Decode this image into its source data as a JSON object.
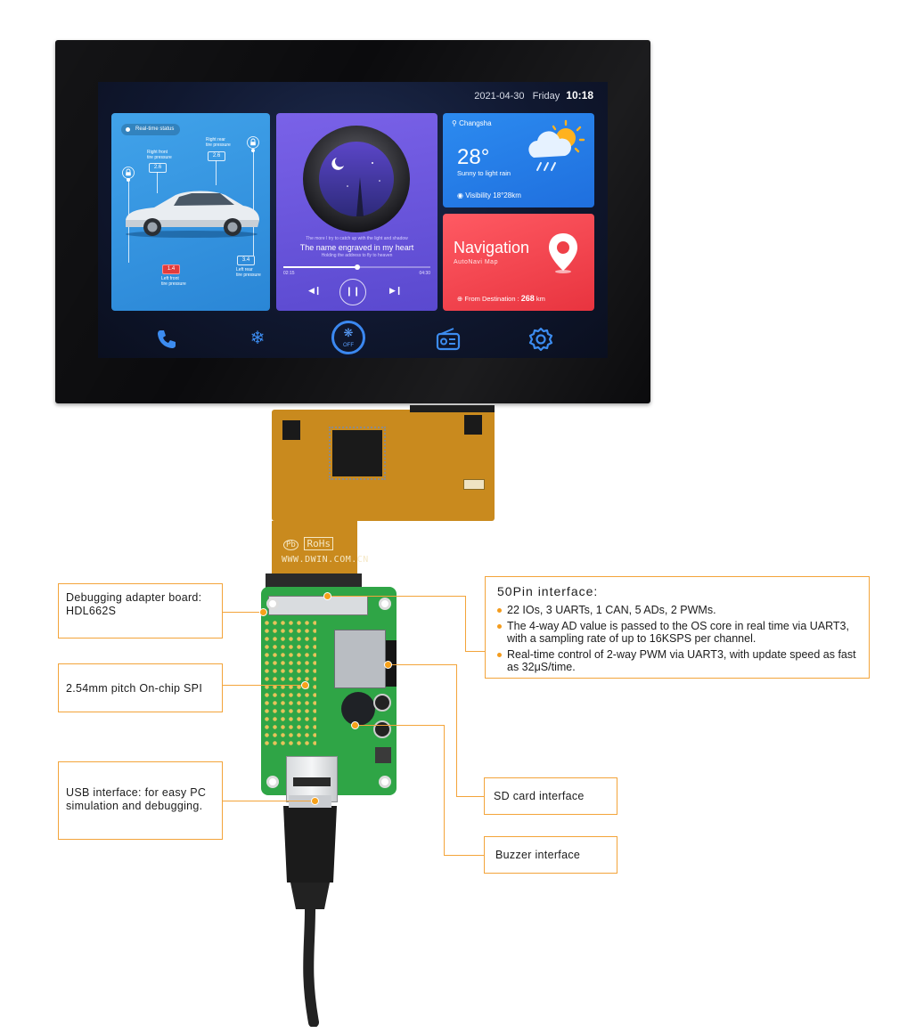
{
  "screen": {
    "date": "2021-04-30",
    "weekday": "Friday",
    "time": "10:18",
    "car_card": {
      "chip_label": "Real-time status",
      "front_right_label": "Right front\ntire pressure",
      "front_right_value": "2.6",
      "rear_right_label": "Right rear\ntire pressure",
      "rear_right_value": "2.6",
      "front_left_label": "Left front\ntire pressure",
      "front_left_value": "1.4",
      "rear_left_label": "Left rear\ntire pressure",
      "rear_left_value": "3.4"
    },
    "music_card": {
      "lyric_small": "The more I try to catch up with the light and shadow",
      "lyric_main": "The name engraved in my heart",
      "lyric_sub": "Holding the address to fly to heaven",
      "elapsed": "02:15",
      "duration": "04:30",
      "progress": 0.5
    },
    "weather_card": {
      "city": "Changsha",
      "temperature": "28°",
      "description": "Sunny to light rain",
      "visibility": "Visibility 18°28km"
    },
    "nav_card": {
      "title": "Navigation",
      "subtitle": "AutoNavi Map",
      "destination_label": "From Destination :",
      "distance": "268",
      "unit": "km"
    },
    "dock": {
      "fan_label": "OFF",
      "icons": [
        "phone-icon",
        "snowflake-icon",
        "fan-icon",
        "radio-icon",
        "gear-icon"
      ]
    }
  },
  "fpc": {
    "rohs": "RoHs",
    "pb": "Pb",
    "url": "WWW.DWIN.COM.CN"
  },
  "callouts": {
    "debug_board": "Debugging adapter board:\nHDL662S",
    "spi": "2.54mm pitch On-chip SPI",
    "usb": "USB interface: for easy PC\nsimulation and debugging.",
    "pin50_title": "50Pin interface:",
    "pin50_bullets": [
      "22 IOs, 3 UARTs, 1 CAN, 5 ADs, 2 PWMs.",
      "The 4-way AD value is passed to the OS core in real time via UART3, with a sampling rate of up to 16KSPS per channel.",
      "Real-time control of 2-way PWM via UART3, with update speed as fast as 32μS/time."
    ],
    "sd_card": "SD card interface",
    "buzzer": "Buzzer interface"
  },
  "colors": {
    "accent": "#f3a43a",
    "pcb": "#2fa546",
    "fpc": "#c98a1e"
  }
}
